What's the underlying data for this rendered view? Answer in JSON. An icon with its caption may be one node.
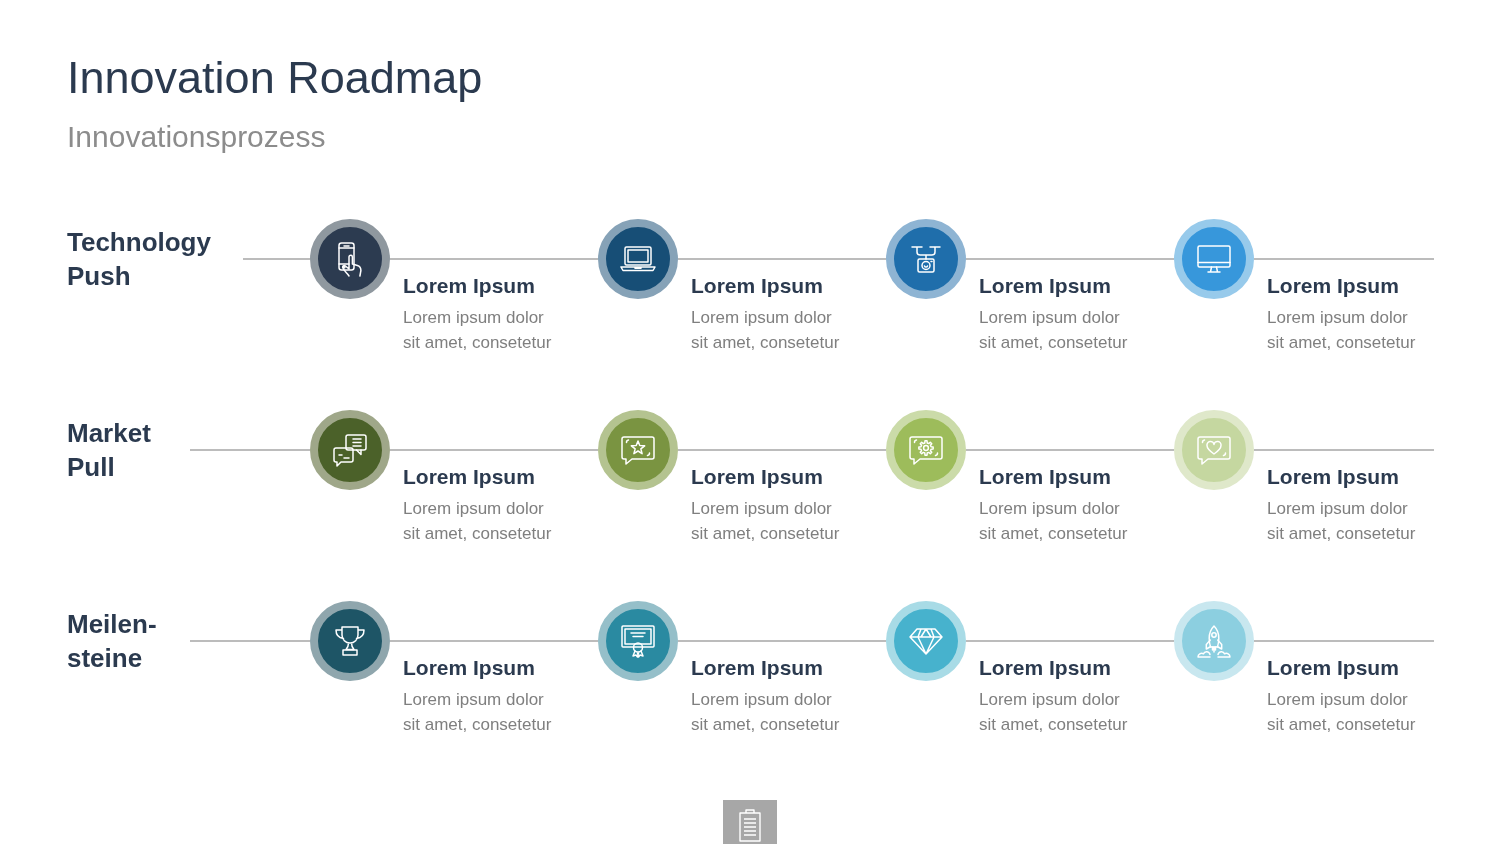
{
  "diagram": {
    "title": "Innovation Roadmap",
    "nodes": [
      {
        "text": [
          "Technology Push"
        ]
      },
      {
        "text": [],
        "shape": "circle",
        "beside": [
          "Lorem Ipsum",
          "Lorem ipsum dolor sit amet, consetetur"
        ]
      },
      {
        "text": [],
        "shape": "circle",
        "beside": [
          "Lorem Ipsum",
          "Lorem ipsum dolor sit amet, consetetur"
        ]
      },
      {
        "text": [],
        "shape": "circle",
        "beside": [
          "Lorem Ipsum",
          "Lorem ipsum dolor sit amet, consetetur"
        ]
      },
      {
        "text": [],
        "shape": "circle",
        "beside": [
          "Lorem Ipsum",
          "Lorem ipsum dolor sit amet, consetetur"
        ]
      },
      {
        "text": [
          "Market Pull"
        ]
      },
      {
        "text": [],
        "shape": "circle",
        "beside": [
          "Lorem Ipsum",
          "Lorem ipsum dolor sit amet, consetetur"
        ]
      },
      {
        "text": [],
        "shape": "circle",
        "beside": [
          "Lorem Ipsum",
          "Lorem ipsum dolor sit amet, consetetur"
        ]
      },
      {
        "text": [],
        "shape": "circle",
        "beside": [
          "Lorem Ipsum",
          "Lorem ipsum dolor sit amet, consetetur"
        ]
      },
      {
        "text": [],
        "shape": "circle",
        "beside": [
          "Lorem Ipsum",
          "Lorem ipsum dolor sit amet, consetetur"
        ]
      },
      {
        "text": [
          "Meilen- steine"
        ]
      },
      {
        "text": [],
        "shape": "circle",
        "beside": [
          "Lorem Ipsum",
          "Lorem ipsum dolor sit amet, consetetur"
        ]
      },
      {
        "text": [],
        "shape": "circle",
        "beside": [
          "Lorem Ipsum",
          "Lorem ipsum dolor sit amet, consetetur"
        ]
      },
      {
        "text": [],
        "shape": "circle",
        "beside": [
          "Lorem Ipsum",
          "Lorem ipsum dolor sit amet, consetetur"
        ]
      },
      {
        "text": [],
        "shape": "circle",
        "beside": [
          "Lorem Ipsum",
          "Lorem ipsum dolor sit amet, consetetur"
        ]
      }
    ],
    "edges": [
      {
        "from": 0,
        "to": 1,
        "arrow": "none"
      },
      {
        "from": 1,
        "to": 2,
        "arrow": "none"
      },
      {
        "from": 2,
        "to": 3,
        "arrow": "none"
      },
      {
        "from": 3,
        "to": 4,
        "arrow": "none"
      },
      {
        "from": 4,
        "to": null,
        "arrow": "none"
      },
      {
        "from": 5,
        "to": 6,
        "arrow": "none"
      },
      {
        "from": 6,
        "to": 7,
        "arrow": "none"
      },
      {
        "from": 7,
        "to": 8,
        "arrow": "none"
      },
      {
        "from": 8,
        "to": 9,
        "arrow": "none"
      },
      {
        "from": 9,
        "to": null,
        "arrow": "none"
      },
      {
        "from": 10,
        "to": 11,
        "arrow": "none"
      },
      {
        "from": 11,
        "to": 12,
        "arrow": "none"
      },
      {
        "from": 12,
        "to": 13,
        "arrow": "none"
      },
      {
        "from": 13,
        "to": 14,
        "arrow": "none"
      },
      {
        "from": 14,
        "to": null,
        "arrow": "none"
      }
    ],
    "labels": [
      "Innovationsprozess"
    ]
  }
}
